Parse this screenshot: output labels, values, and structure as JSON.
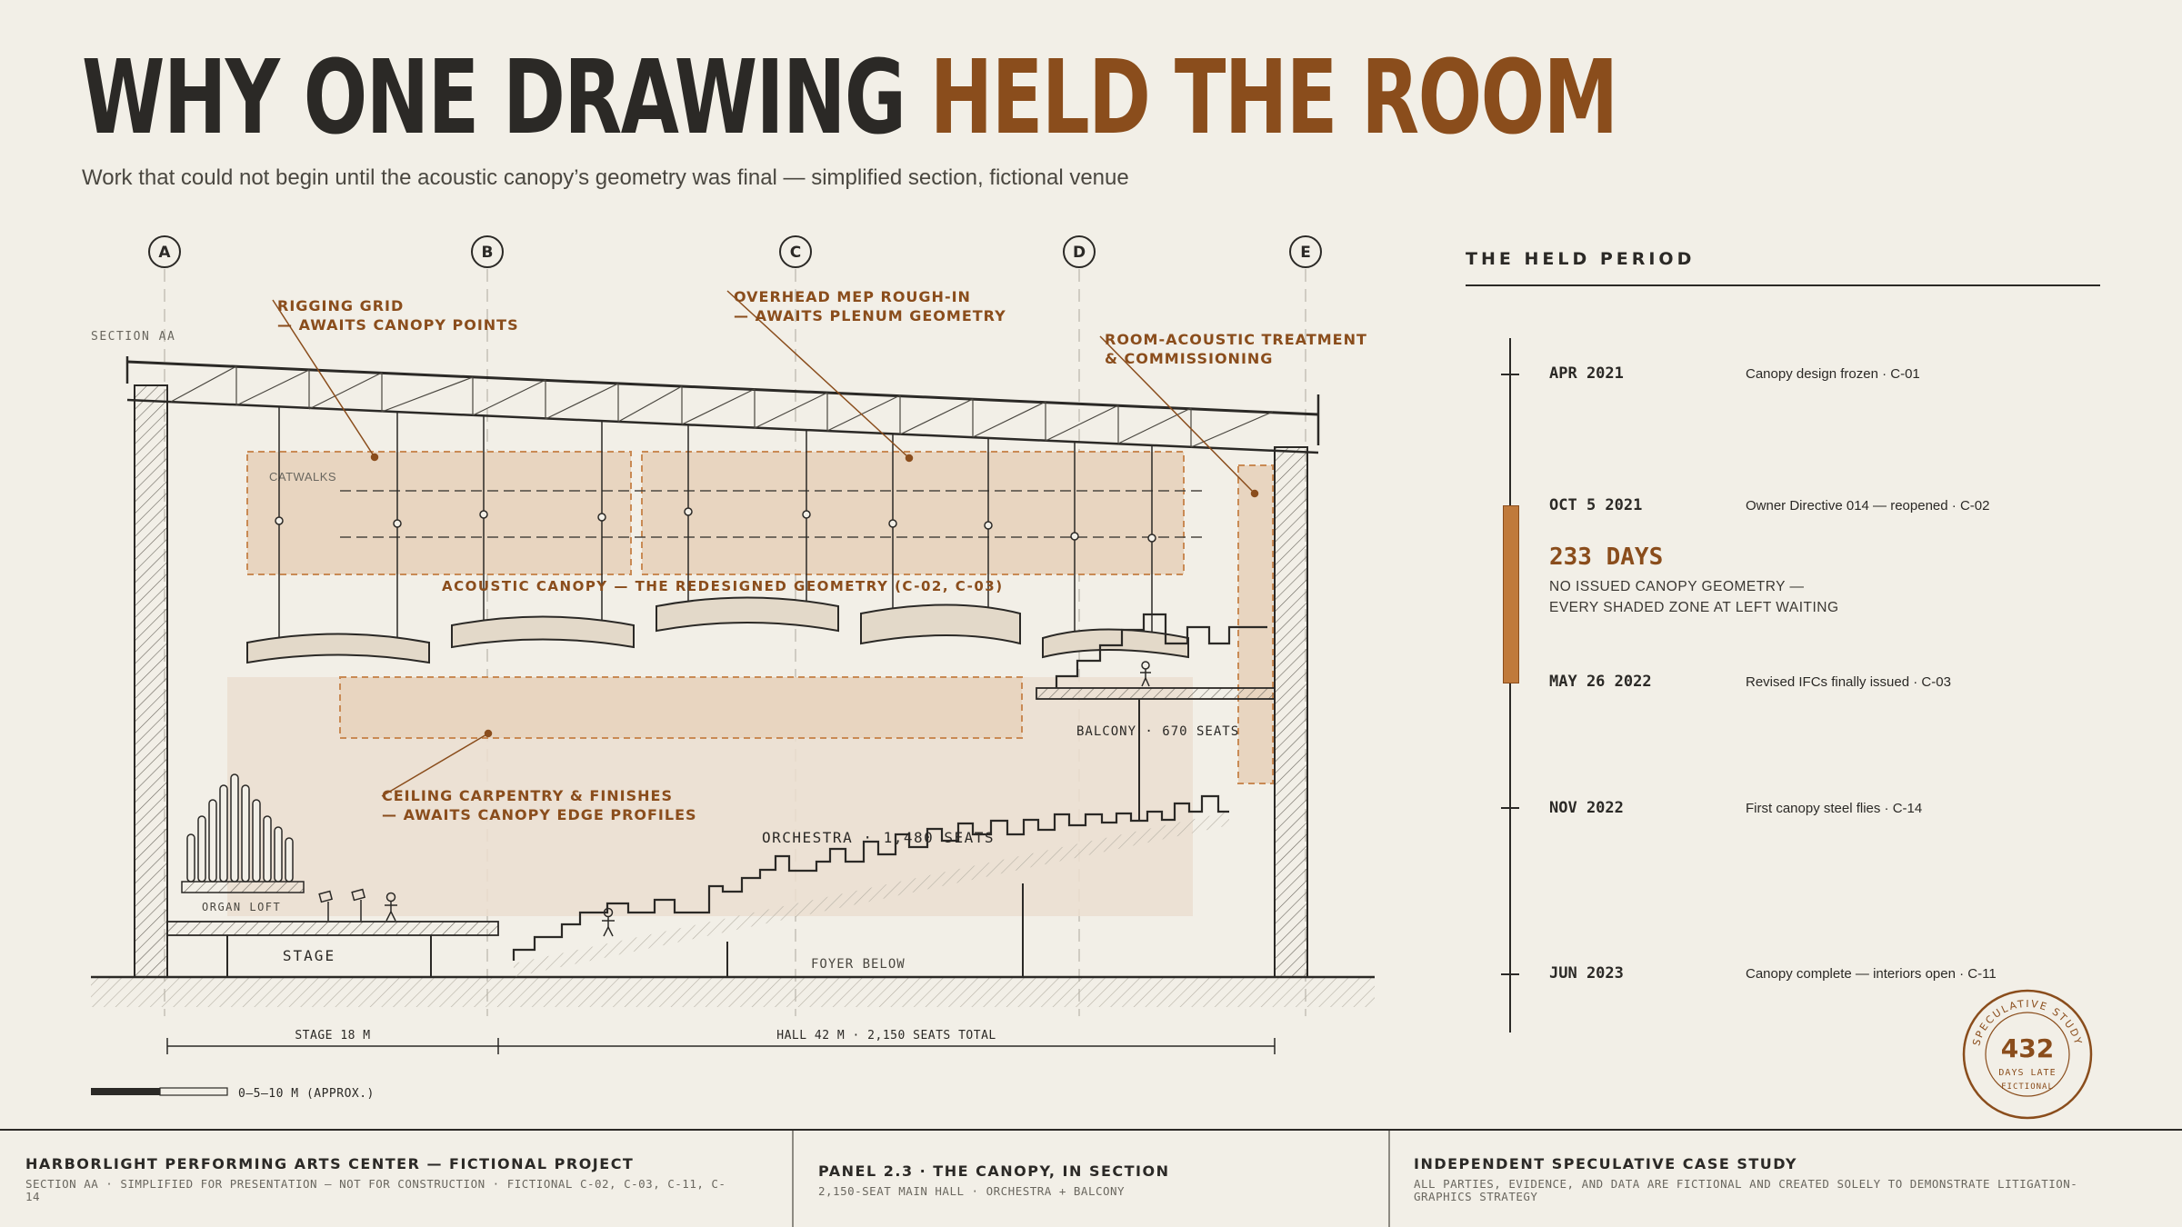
{
  "header": {
    "title_main": "WHY ONE DRAWING",
    "title_accent": "HELD THE ROOM",
    "subtitle": "Work that could not begin until the acoustic canopy’s geometry was final — simplified section, fictional venue"
  },
  "colors": {
    "ink": "#2b2926",
    "accent": "#8a4d1c",
    "accent_fill": "#c07a3b",
    "waiting_zone": "#e8d5c0",
    "background": "#f2efe7"
  },
  "section": {
    "label": "SECTION AA",
    "grid": [
      "A",
      "B",
      "C",
      "D",
      "E"
    ],
    "catwalks": "CATWALKS",
    "canopy": "ACOUSTIC CANOPY — THE REDESIGNED GEOMETRY (C-02, C-03)",
    "organ_loft": "ORGAN LOFT",
    "stage": "STAGE",
    "orchestra": "ORCHESTRA · 1,480 SEATS",
    "balcony": "BALCONY · 670 SEATS",
    "foyer": "FOYER BELOW",
    "callouts": [
      {
        "line1": "RIGGING GRID",
        "line2": "— AWAITS CANOPY POINTS"
      },
      {
        "line1": "OVERHEAD MEP ROUGH-IN",
        "line2": "— AWAITS PLENUM GEOMETRY"
      },
      {
        "line1": "ROOM-ACOUSTIC TREATMENT",
        "line2": "& COMMISSIONING"
      },
      {
        "line1": "CEILING CARPENTRY & FINISHES",
        "line2": "— AWAITS CANOPY EDGE PROFILES"
      }
    ],
    "dimensions": {
      "stage": "STAGE 18 M",
      "hall": "HALL 42 M · 2,150 SEATS TOTAL"
    },
    "scale_label": "0—5—10 M (APPROX.)"
  },
  "timeline": {
    "heading": "THE HELD PERIOD",
    "events": [
      {
        "date": "APR 2021",
        "note": "Canopy design frozen · C-01"
      },
      {
        "date": "OCT 5 2021",
        "note": "Owner Directive 014 — reopened · C-02"
      },
      {
        "date": "MAY 26 2022",
        "note": "Revised IFCs finally issued · C-03"
      },
      {
        "date": "NOV 2022",
        "note": "First canopy steel flies · C-14"
      },
      {
        "date": "JUN 2023",
        "note": "Canopy complete — interiors open · C-11"
      }
    ],
    "held": {
      "days": "233 DAYS",
      "desc_line1": "NO ISSUED CANOPY GEOMETRY —",
      "desc_line2": "EVERY SHADED ZONE AT LEFT WAITING"
    }
  },
  "stamp": {
    "arc": "SPECULATIVE STUDY",
    "number": "432",
    "line1": "DAYS LATE",
    "line2": "FICTIONAL"
  },
  "footer": {
    "col1_title": "HARBORLIGHT PERFORMING ARTS CENTER — FICTIONAL PROJECT",
    "col1_sub_line1": "SECTION AA · SIMPLIFIED FOR PRESENTATION — NOT FOR CONSTRUCTION · FICTIONAL C-02, C-03, C-11, C-",
    "col1_sub_line2": "14",
    "col2_title": "PANEL 2.3 · THE CANOPY, IN SECTION",
    "col2_sub": "2,150-SEAT MAIN HALL · ORCHESTRA + BALCONY",
    "col3_title": "INDEPENDENT SPECULATIVE CASE STUDY",
    "col3_sub_line1": "ALL PARTIES, EVIDENCE, AND DATA ARE FICTIONAL AND CREATED SOLELY TO DEMONSTRATE LITIGATION-",
    "col3_sub_line2": "GRAPHICS STRATEGY"
  }
}
